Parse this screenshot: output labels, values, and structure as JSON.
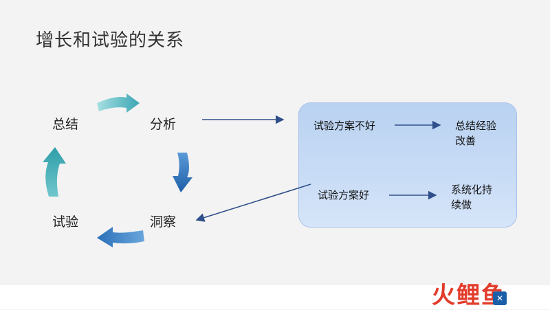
{
  "title": "增长和试验的关系",
  "cycle": {
    "summary": "总结",
    "analysis": "分析",
    "insight": "洞察",
    "experiment": "试验"
  },
  "panel": {
    "bad_plan": "试验方案不好",
    "bad_action": "总结经验改善",
    "good_plan": "试验方案好",
    "good_action": "系统化持续做"
  },
  "logo": {
    "text": "火鲤鱼"
  },
  "colors": {
    "arrow_teal_light": "#7fd3d6",
    "arrow_teal_dark": "#3aa6b4",
    "arrow_blue": "#2a6fb8",
    "connector": "#2f4f8a",
    "panel_fill": "#c5daf5"
  }
}
